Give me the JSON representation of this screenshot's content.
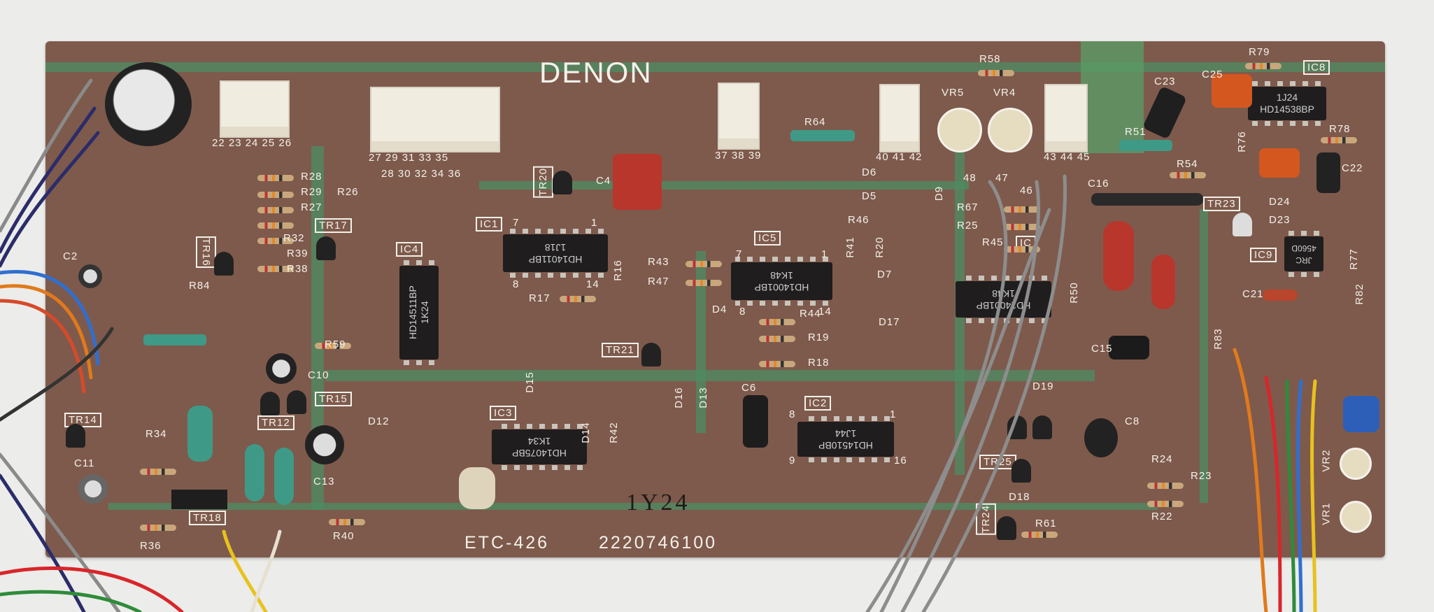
{
  "board": {
    "logo": "DENON",
    "model": "ETC-426",
    "part_number": "2220746100",
    "date_code": "1Y24"
  },
  "connectors": [
    {
      "pins": "22 23 24 25 26"
    },
    {
      "pins_top": "27  29  31  33  35",
      "pins_bottom": "28  30  32  34  36"
    },
    {
      "pins": "37 38 39"
    },
    {
      "pins": "40 41 42"
    },
    {
      "pins": "43 44 45"
    }
  ],
  "ics": [
    {
      "ref": "IC1",
      "line1": "HD14011BP",
      "line2": "1J18"
    },
    {
      "ref": "IC4",
      "line1": "HD14511BP",
      "line2": "1K24"
    },
    {
      "ref": "IC5",
      "line1": "HD14001BP",
      "line2": "1K48"
    },
    {
      "ref": "IC3",
      "line1": "HD14075BP",
      "line2": "1K34"
    },
    {
      "ref": "IC2",
      "line1": "HD14510BP",
      "line2": "1J44"
    },
    {
      "ref": "IC8",
      "line1": "1J24",
      "line2": "HD14538BP"
    },
    {
      "ref": "IC9",
      "line1": "JRC",
      "line2": "4560D"
    },
    {
      "ref": "IC",
      "line1": "HD14001BP",
      "line2": "1K48"
    }
  ],
  "transistors": [
    "TR20",
    "TR21",
    "TR23",
    "TR17",
    "TR16",
    "TR15",
    "TR12",
    "TR14",
    "TR18",
    "TR24",
    "TR25"
  ],
  "pots": [
    "VR5",
    "VR4",
    "VR2",
    "VR1"
  ],
  "capacitors": [
    "C4",
    "C6",
    "C23",
    "C25",
    "C22",
    "C16",
    "C15",
    "C21",
    "C8",
    "C10",
    "C13",
    "C11",
    "C2"
  ],
  "resistors": [
    "R28",
    "R29",
    "R27",
    "R26",
    "R39",
    "R32",
    "R38",
    "R84",
    "R16",
    "R17",
    "R43",
    "R47",
    "R41",
    "R20",
    "R44",
    "R19",
    "R18",
    "R42",
    "R58",
    "R64",
    "R51",
    "R54",
    "R76",
    "R78",
    "R79",
    "R46",
    "R67",
    "R25",
    "R45",
    "R50",
    "R59",
    "R40",
    "R36",
    "R34",
    "R61",
    "R24",
    "R23",
    "R22",
    "R82",
    "R77",
    "R83"
  ],
  "diodes": [
    "D4",
    "D5",
    "D6",
    "D7",
    "D9",
    "D12",
    "D13",
    "D14",
    "D15",
    "D16",
    "D17",
    "D18",
    "D19",
    "D23",
    "D24"
  ],
  "pin_numbers": {
    "ic1": [
      "7",
      "1",
      "8",
      "14"
    ],
    "ic5": [
      "7",
      "1",
      "8",
      "14"
    ],
    "ic2": [
      "8",
      "1",
      "9",
      "16"
    ],
    "wires": [
      "48",
      "47",
      "46"
    ]
  },
  "colors": {
    "board": "#7e5a4c",
    "trace": "#4f8a62",
    "silkscreen": "#f4f1ea"
  }
}
